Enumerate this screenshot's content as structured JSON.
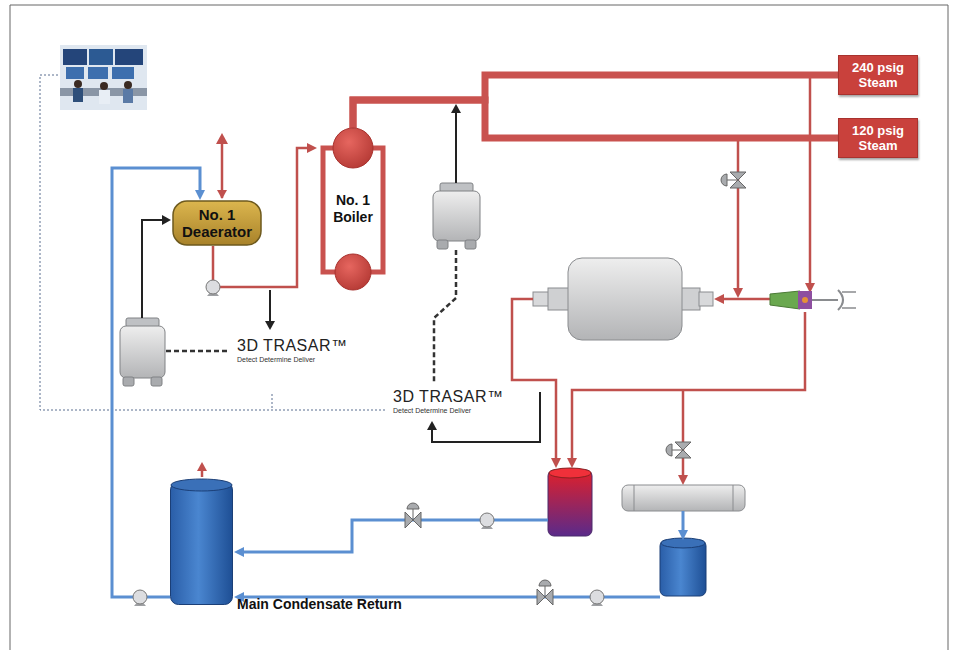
{
  "diagram": {
    "nodes": [
      {
        "text": [
          "240 psig Steam"
        ]
      },
      {
        "text": [
          "120 psig Steam"
        ]
      },
      {
        "text": [
          "No. 1 Boiler"
        ]
      },
      {
        "text": [
          "No. 1 Deaerator"
        ]
      },
      {
        "text": [
          "Main Condensate Return"
        ]
      }
    ],
    "edges": [
      {
        "from": 2,
        "to": 0,
        "arrow": "none"
      },
      {
        "from": 2,
        "to": 1,
        "arrow": "none"
      },
      {
        "from": 3,
        "to": 2,
        "arrow": "to"
      },
      {
        "from": 4,
        "to": 3,
        "arrow": "to"
      }
    ],
    "labels": [
      "3D TRASAR™",
      "Detect Determine Deliver",
      "3D TRASAR™",
      "Detect Determine Deliver"
    ]
  }
}
